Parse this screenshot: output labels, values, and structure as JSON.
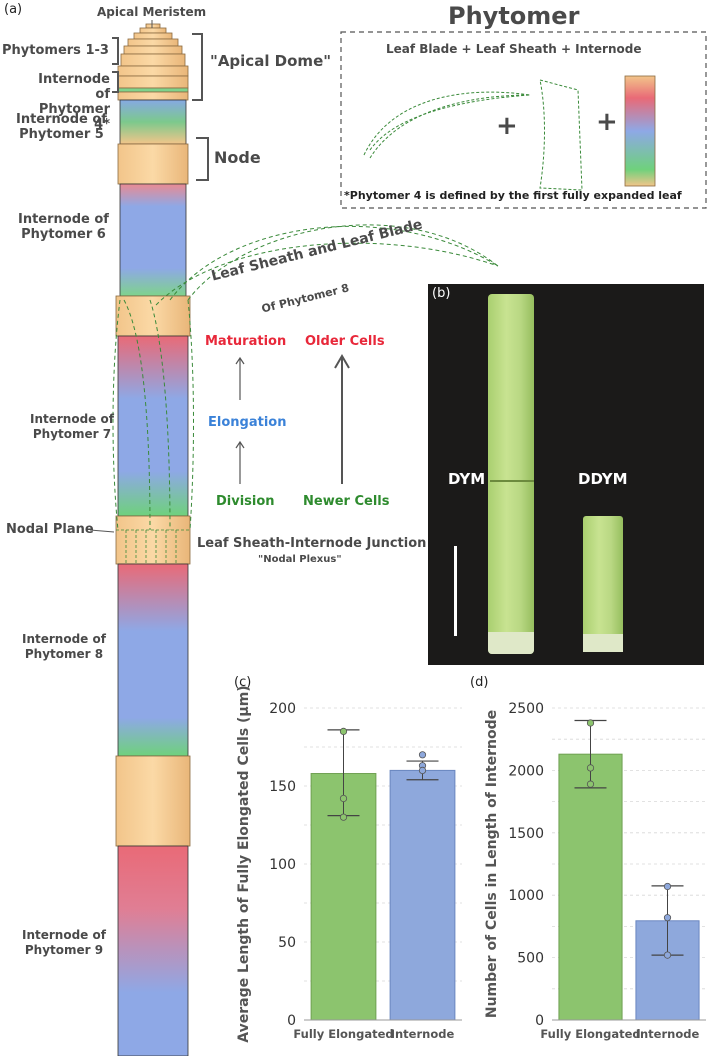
{
  "panel_a": {
    "label": "(a)",
    "apical_meristem": "Apical Meristem",
    "phytomers_1_3": "Phytomers 1-3",
    "apical_dome": "\"Apical Dome\"",
    "internode_4_line1": "Internode of",
    "internode_4_line2": "Phytomer 4*",
    "internode_5_line1": "Internode of",
    "internode_5_line2": "Phytomer 5",
    "node": "Node",
    "internode_6_line1": "Internode of",
    "internode_6_line2": "Phytomer 6",
    "leaf_sheath_blade": "Leaf Sheath and Leaf Blade",
    "of_phytomer_8": "Of Phytomer 8",
    "internode_7_line1": "Internode of",
    "internode_7_line2": "Phytomer 7",
    "maturation": "Maturation",
    "elongation": "Elongation",
    "division": "Division",
    "older_cells": "Older Cells",
    "newer_cells": "Newer Cells",
    "nodal_plane": "Nodal Plane",
    "junction": "Leaf Sheath-Internode Junction",
    "nodal_plexus": "\"Nodal Plexus\"",
    "internode_8_line1": "Internode of",
    "internode_8_line2": "Phytomer 8",
    "internode_9_line1": "Internode of",
    "internode_9_line2": "Phytomer 9"
  },
  "phytomer_box": {
    "title": "Phytomer",
    "subtitle": "Leaf Blade + Leaf Sheath + Internode",
    "plus1": "+",
    "plus2": "+",
    "footnote": "*Phytomer 4 is defined by the first fully expanded leaf"
  },
  "panel_b": {
    "label": "(b)",
    "dym": "DYM",
    "ddym": "DDYM"
  },
  "colors": {
    "green": "#8cc46e",
    "blue": "#8ea8dc",
    "red_text": "#e8283a",
    "blue_text": "#3b82d8",
    "green_text": "#2e8b2e"
  },
  "chart_data": [
    {
      "panel_label": "(c)",
      "type": "bar",
      "categories": [
        "Fully Elongated",
        "Internode"
      ],
      "values": [
        158,
        160
      ],
      "error_low": [
        131,
        154
      ],
      "error_high": [
        186,
        166
      ],
      "points": [
        [
          185,
          142,
          130
        ],
        [
          170,
          163,
          160
        ]
      ],
      "ylabel": "Average Length of Fully Elongated Cells (μm)",
      "ylim": [
        0,
        200
      ],
      "yticks": [
        0,
        50,
        100,
        150,
        200
      ],
      "bar_colors": [
        "#8cc46e",
        "#8ea8dc"
      ],
      "grid": true
    },
    {
      "panel_label": "(d)",
      "type": "bar",
      "categories": [
        "Fully Elongated",
        "Internode"
      ],
      "values": [
        2130,
        795
      ],
      "error_low": [
        1860,
        520
      ],
      "error_high": [
        2400,
        1075
      ],
      "points": [
        [
          2380,
          2020,
          1890
        ],
        [
          1070,
          820,
          520
        ]
      ],
      "ylabel": "Number of Cells in Length of Internode",
      "ylim": [
        0,
        2500
      ],
      "yticks": [
        0,
        500,
        1000,
        1500,
        2000,
        2500
      ],
      "bar_colors": [
        "#8cc46e",
        "#8ea8dc"
      ],
      "grid": true
    }
  ]
}
